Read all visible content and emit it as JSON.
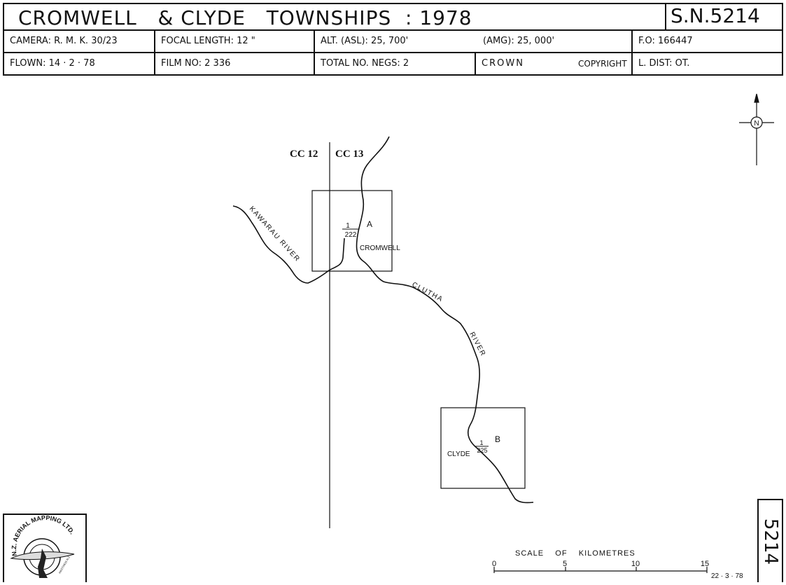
{
  "header": {
    "title": "CROMWELL   & CLYDE   TOWNSHIPS  : 1978",
    "sn": "S.N.5214",
    "row1": {
      "camera": "CAMERA: R. M. K. 30/23",
      "focal": "FOCAL LENGTH: 12 \"",
      "alt_asl": "ALT. (ASL): 25, 700'",
      "amg": "(AMG): 25, 000'",
      "fo": "F.O: 166447"
    },
    "row2": {
      "flown": "FLOWN: 14 · 2 · 78",
      "film": "FILM NO: 2 336",
      "negs": "TOTAL NO. NEGS: 2",
      "crown": "CROWN",
      "copyright": "COPYRIGHT",
      "ldist": "L. DIST: OT."
    }
  },
  "map": {
    "north": "N",
    "run_left": "CC 12",
    "run_right": "CC 13",
    "kawarau": "KAWARAU  RIVER",
    "clutha": "CLUTHA",
    "river": "RIVER",
    "photos": [
      {
        "letter": "A",
        "town": "CROMWELL",
        "frac_top": "1",
        "frac_bottom": "222"
      },
      {
        "letter": "B",
        "town": "CLYDE",
        "frac_top": "1",
        "frac_bottom": "225"
      }
    ]
  },
  "scale": {
    "title": "SCALE    OF    KILOMETRES",
    "ticks": [
      "0",
      "5",
      "10",
      "15"
    ],
    "date": "22 · 3 · 78"
  },
  "logo": {
    "text": "N.Z. AERIAL MAPPING LTD.",
    "place": "HASTINGS N.Z."
  },
  "sheet_number": "5214"
}
